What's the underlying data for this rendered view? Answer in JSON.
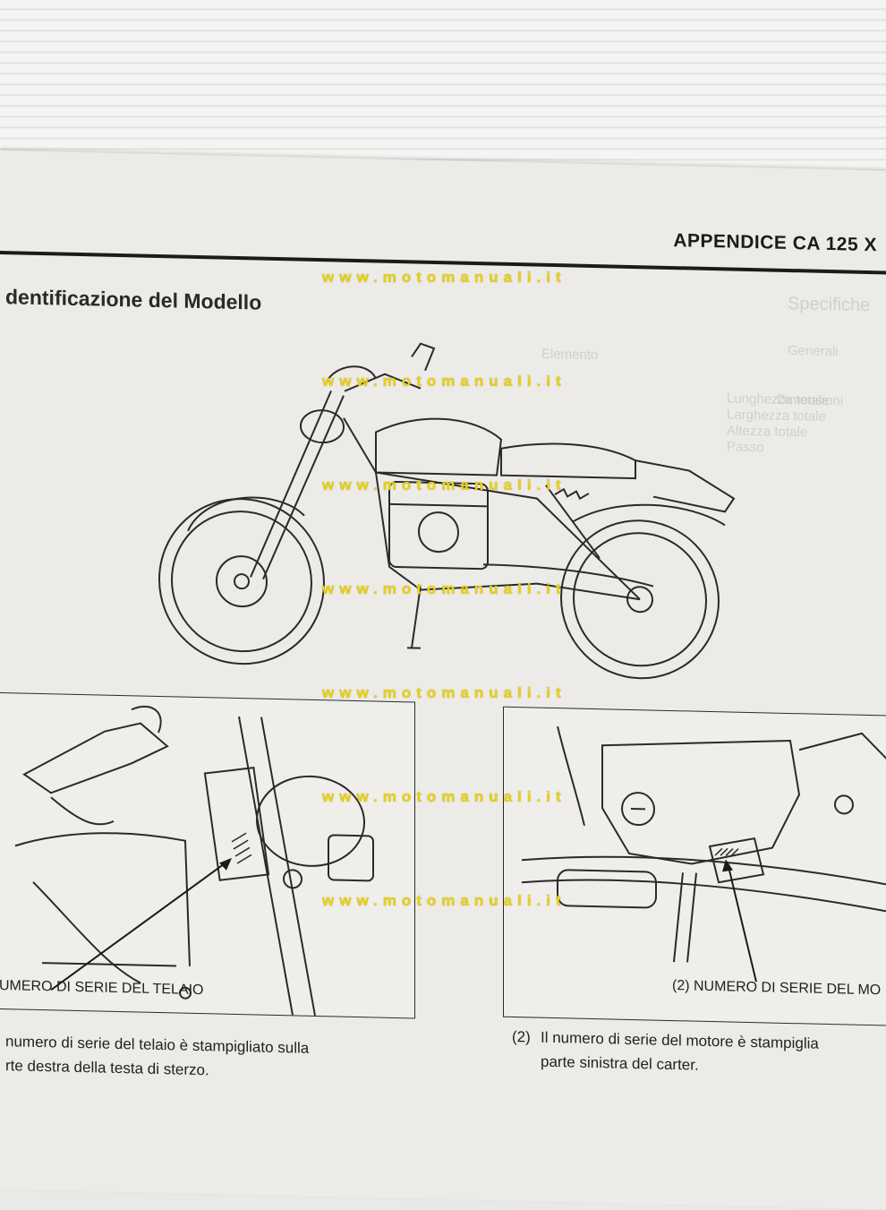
{
  "header": {
    "title": "APPENDICE CA 125 X"
  },
  "section": {
    "title": "dentificazione del Modello"
  },
  "watermark": {
    "text": "www.motomanuali.it"
  },
  "figures": {
    "frame_label": "UMERO DI SERIE DEL TELAIO",
    "engine_label": "(2) NUMERO DI SERIE DEL MO"
  },
  "captions": {
    "left_line1": "numero di serie del telaio è stampigliato sulla",
    "left_line2": "rte destra della testa di sterzo.",
    "right_marker": "(2)",
    "right_line1": "Il numero di serie del motore è stampiglia",
    "right_line2": "parte sinistra del carter."
  },
  "ghost_text": {
    "col1": [
      "Specifiche",
      "Generali",
      "Dimensioni",
      "Elemento",
      "Lunghezza totale",
      "Larghezza totale",
      "Altezza totale",
      "Passo"
    ]
  }
}
